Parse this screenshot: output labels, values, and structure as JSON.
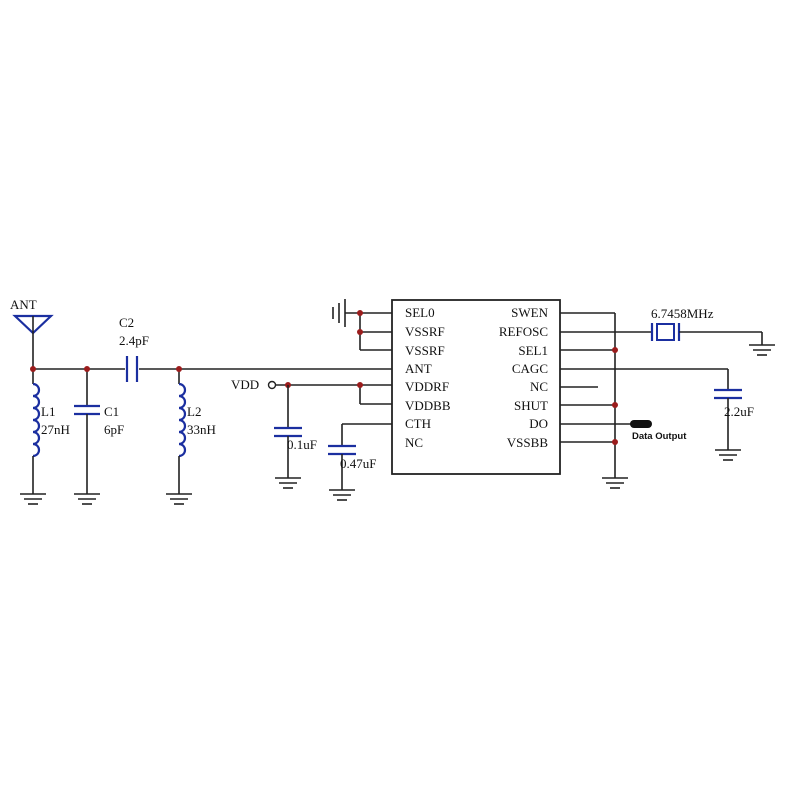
{
  "antenna": {
    "label": "ANT"
  },
  "components": {
    "L1": {
      "ref": "L1",
      "value": "27nH"
    },
    "C1": {
      "ref": "C1",
      "value": "6pF"
    },
    "C2": {
      "ref": "C2",
      "value": "2.4pF"
    },
    "L2": {
      "ref": "L2",
      "value": "33nH"
    },
    "C_vdd": {
      "value": "0.1uF"
    },
    "C_cth": {
      "value": "0.47uF"
    },
    "C_cagc": {
      "value": "2.2uF"
    },
    "crystal": {
      "value": "6.7458MHz"
    }
  },
  "vdd": {
    "label": "VDD"
  },
  "ic": {
    "left_pins": [
      "SEL0",
      "VSSRF",
      "VSSRF",
      "ANT",
      "VDDRF",
      "VDDBB",
      "CTH",
      "NC"
    ],
    "right_pins": [
      "SWEN",
      "REFOSC",
      "SEL1",
      "CAGC",
      "NC",
      "SHUT",
      "DO",
      "VSSBB"
    ]
  },
  "output": {
    "label": "Data Output"
  }
}
